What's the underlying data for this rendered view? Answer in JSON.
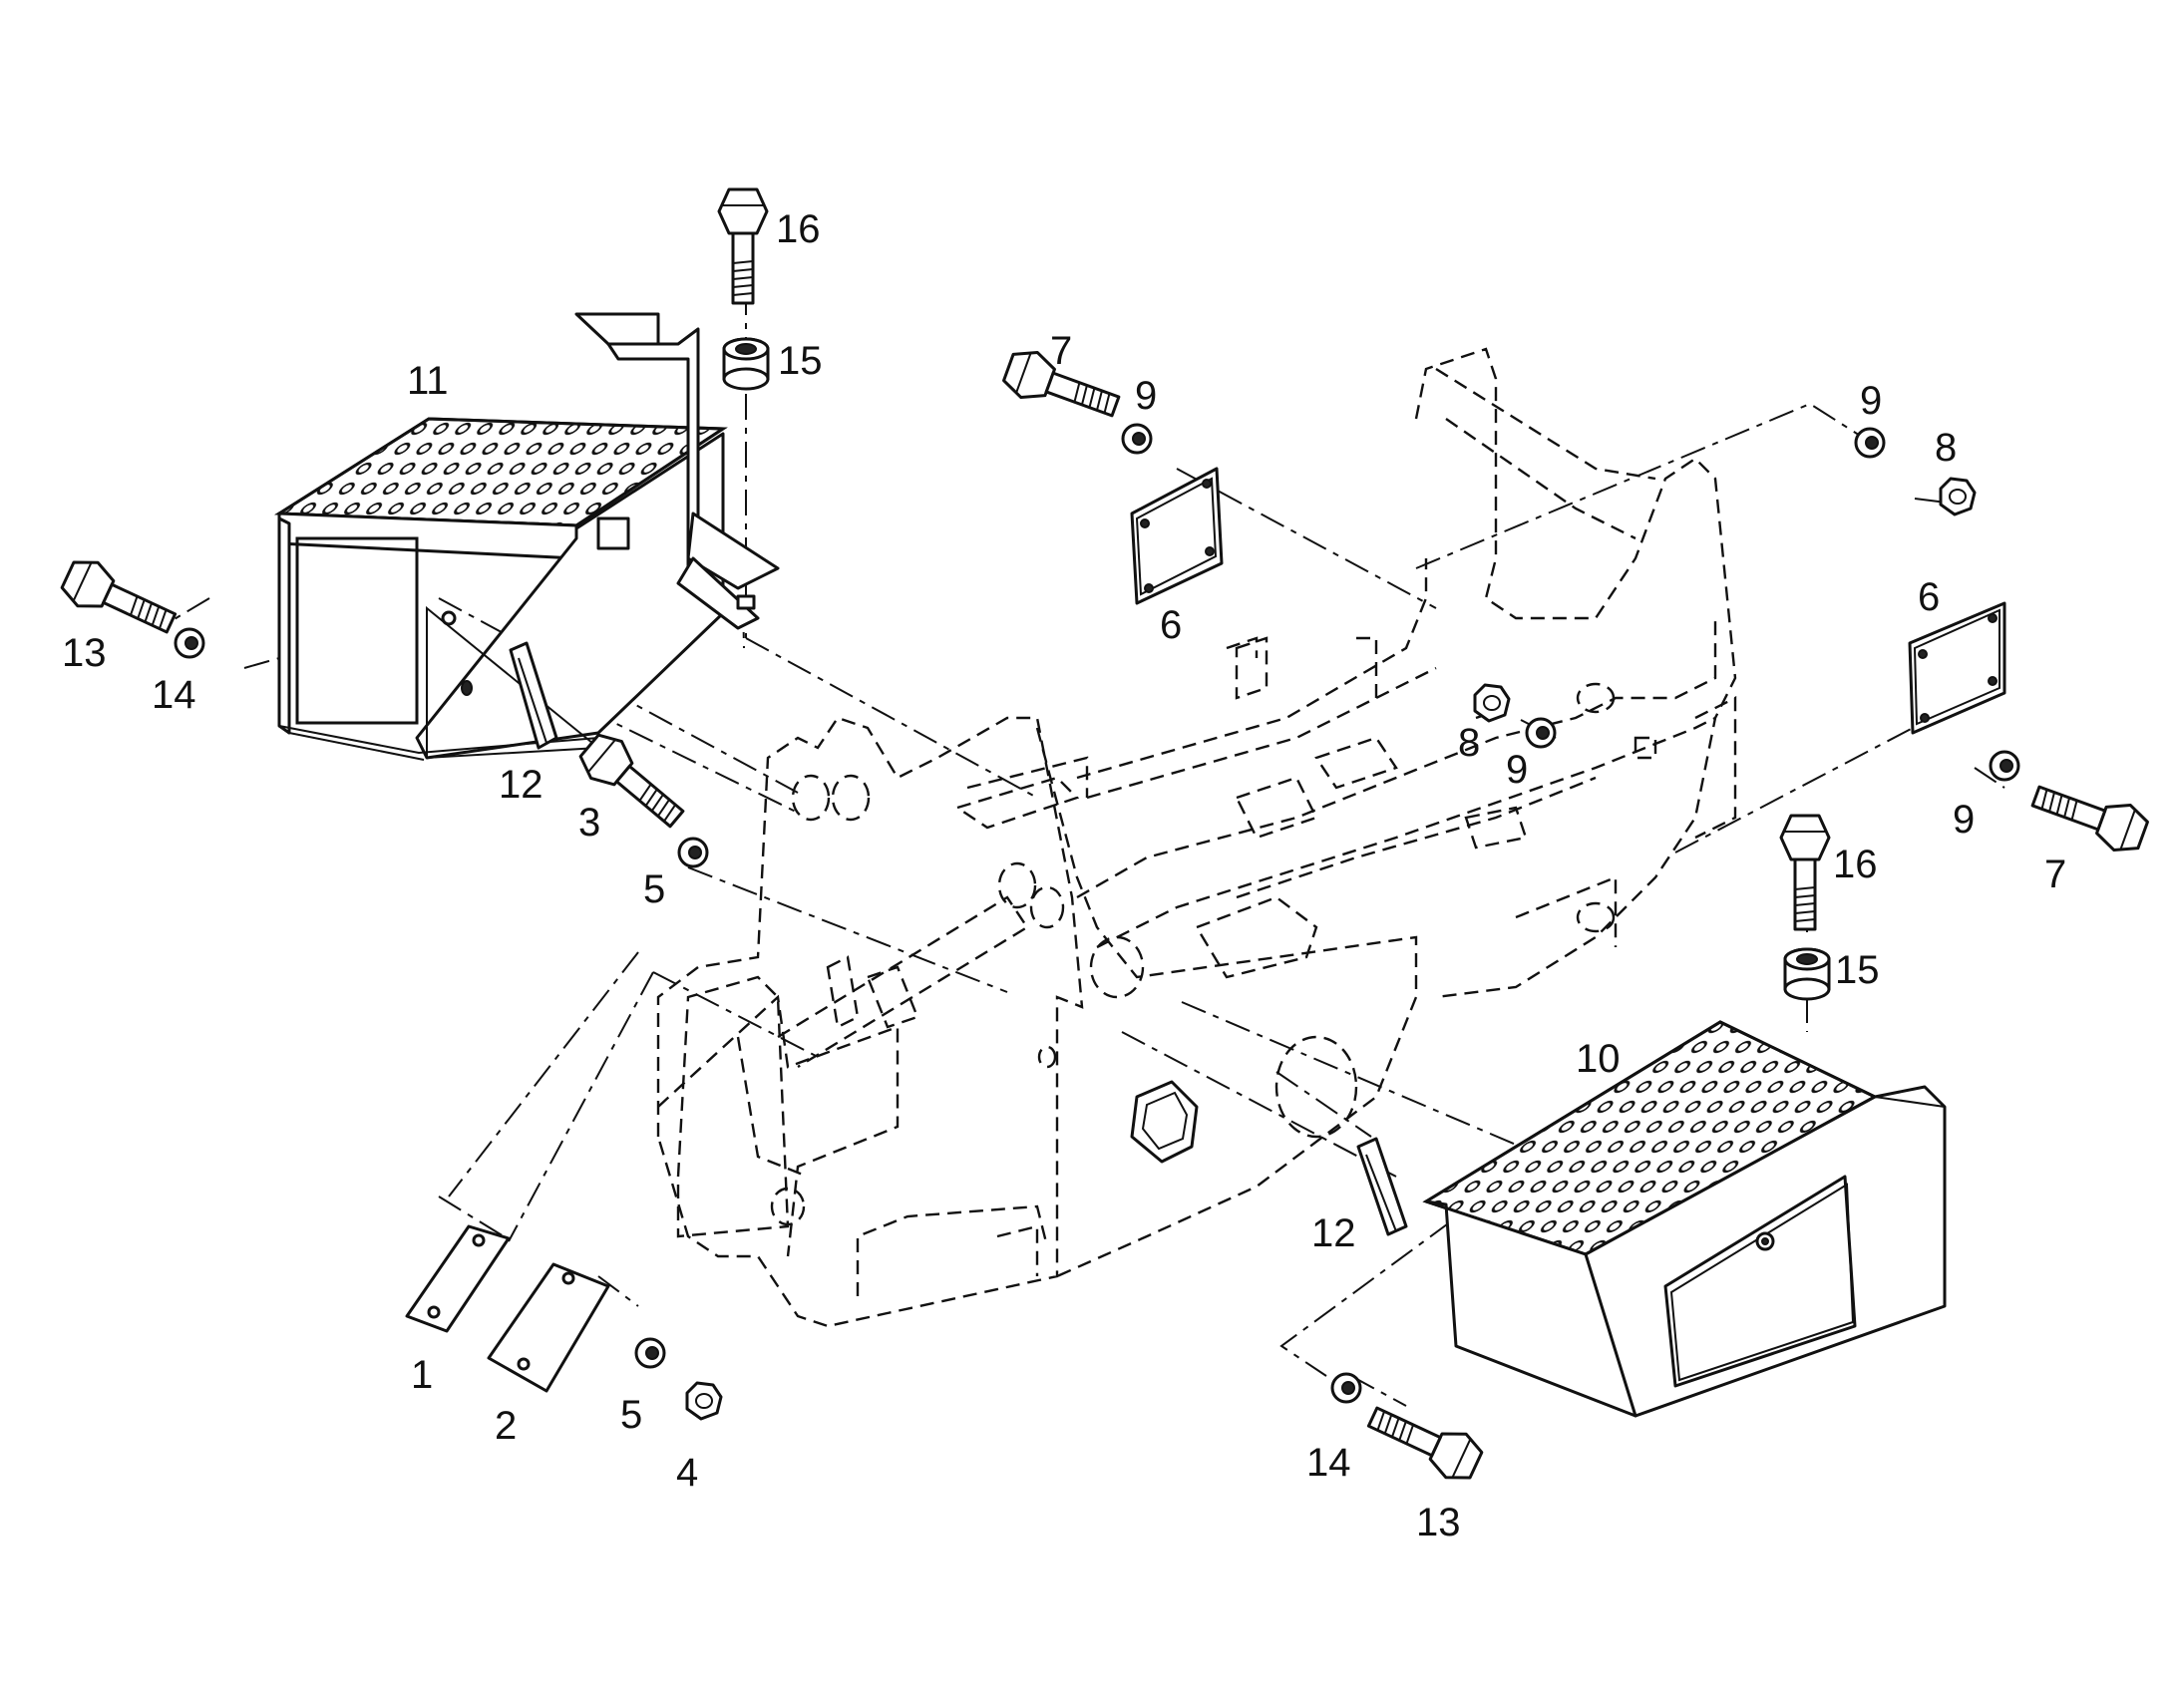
{
  "callouts": {
    "c1": "1",
    "c2": "2",
    "c3": "3",
    "c4": "4",
    "c5a": "5",
    "c5b": "5",
    "c6a": "6",
    "c6b": "6",
    "c7a": "7",
    "c7b": "7",
    "c8a": "8",
    "c8b": "8",
    "c9a": "9",
    "c9b": "9",
    "c9c": "9",
    "c9d": "9",
    "c10": "10",
    "c11": "11",
    "c12a": "12",
    "c12b": "12",
    "c13a": "13",
    "c13b": "13",
    "c14a": "14",
    "c14b": "14",
    "c15a": "15",
    "c15b": "15",
    "c16a": "16",
    "c16b": "16"
  },
  "icons": {
    "bolt": "bolt-icon",
    "washer": "washer-icon",
    "nut": "nut-icon",
    "spacer": "spacer-icon"
  }
}
